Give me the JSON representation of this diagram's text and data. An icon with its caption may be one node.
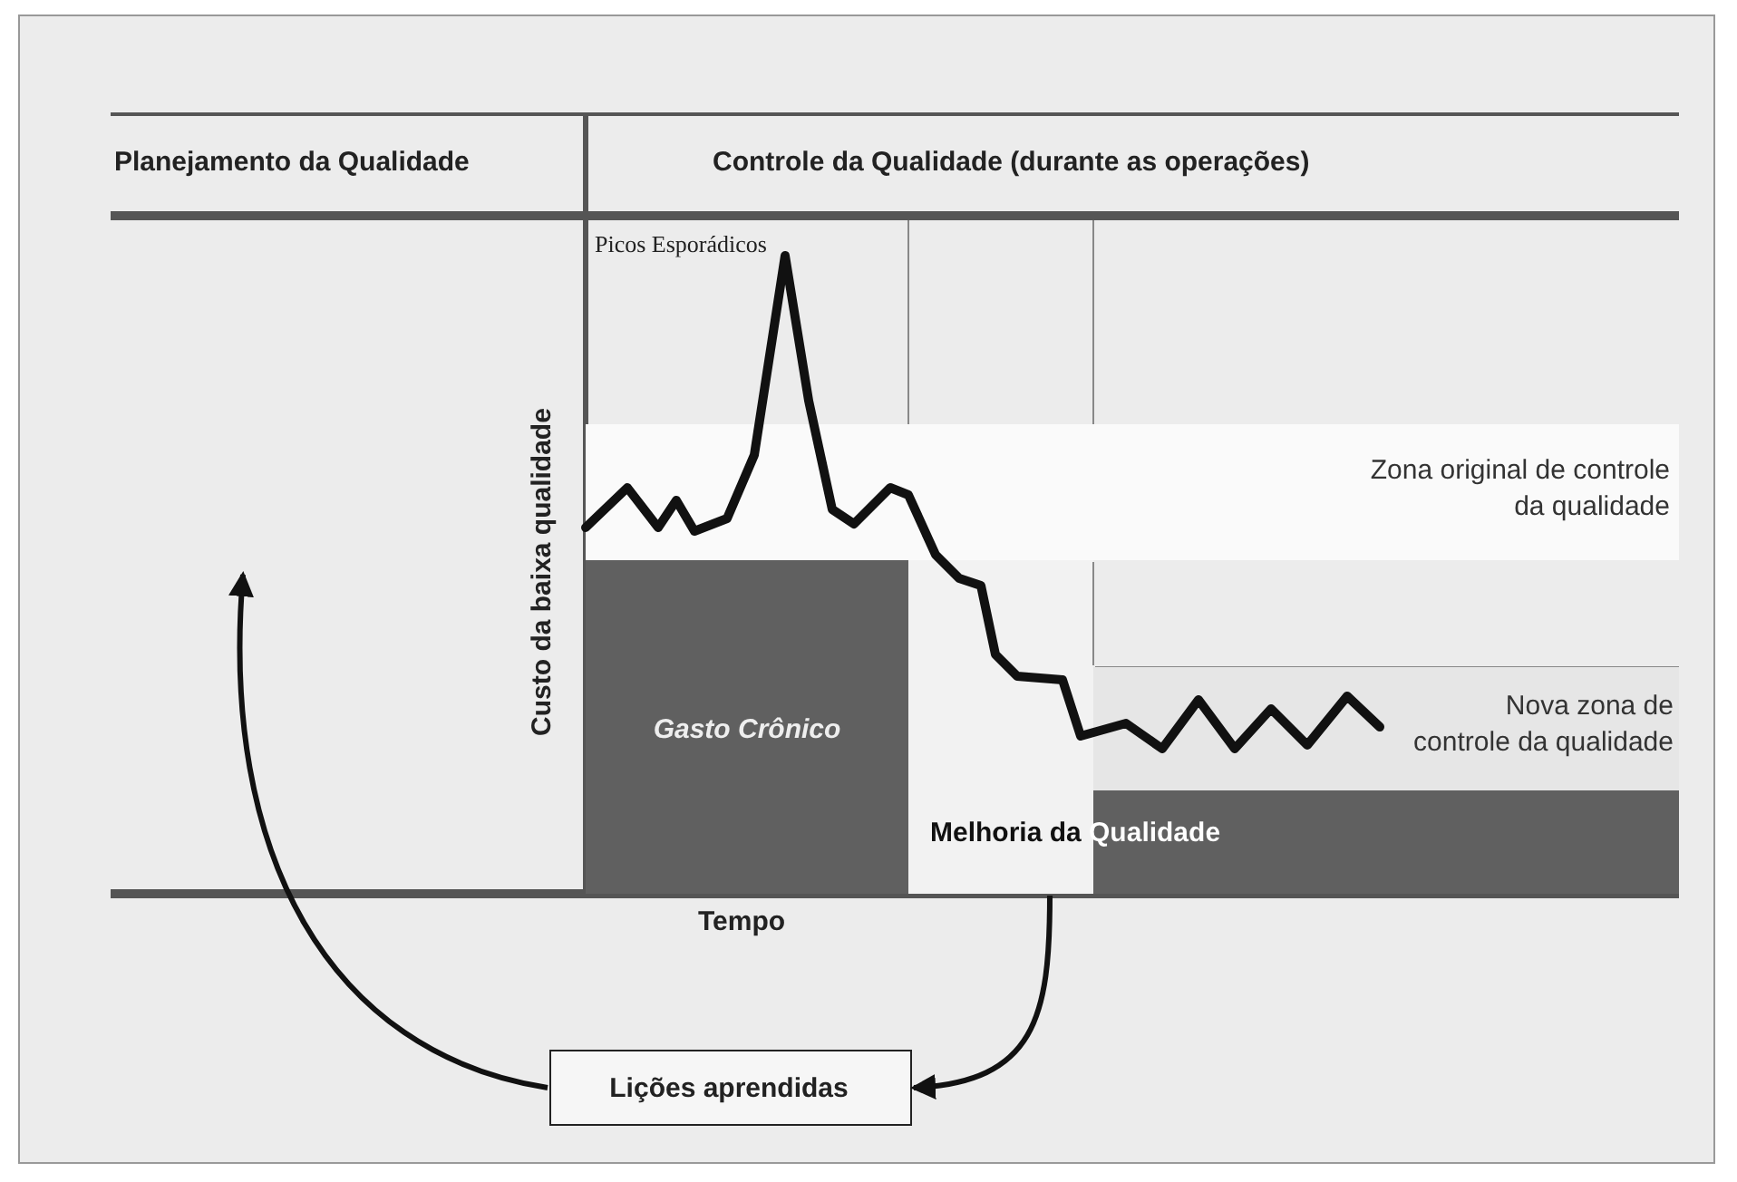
{
  "diagram": {
    "nodes": [
      {
        "text": [
          "Zona original de controle da qualidade"
        ]
      },
      {
        "text": [
          "Gasto Crônico"
        ]
      },
      {
        "text": [
          "Nova zona de controle da qualidade"
        ]
      },
      {
        "text": [
          "Melhoria da Qualidade"
        ]
      },
      {
        "text": [
          "Lições aprendidas"
        ]
      }
    ],
    "edges": [
      {
        "from": 3,
        "to": 4,
        "arrow": "to"
      },
      {
        "from": 4,
        "to": null,
        "arrow": "to"
      }
    ],
    "labels": [
      "Planejamento da Qualidade",
      "Controle da Qualidade (durante as operações)",
      "Picos Esporádicos",
      "Custo da baixa qualidade",
      "Tempo"
    ]
  }
}
